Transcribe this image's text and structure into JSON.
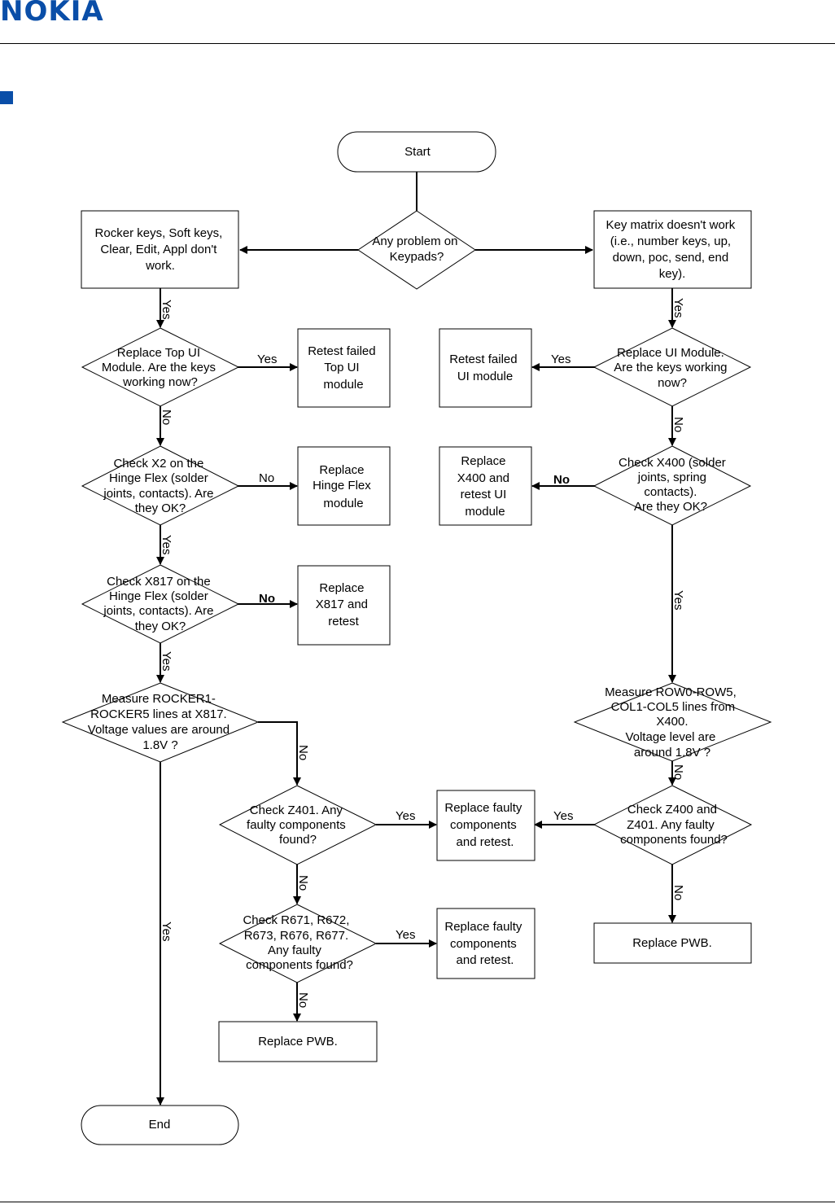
{
  "header": {
    "logo_text": "NOKIA",
    "brand_color": "#0a4ea8"
  },
  "flowchart": {
    "start": "Start",
    "end": "End",
    "q_any_problem": [
      "Any problem on",
      "Keypads?"
    ],
    "left_rocker_box": [
      "Rocker keys, Soft keys,",
      "Clear, Edit, Appl don't",
      "work."
    ],
    "right_keymatrix_box": [
      "Key matrix doesn't work",
      "(i.e., number keys, up,",
      "down, poc, send, end",
      "key)."
    ],
    "q_replace_top_ui": [
      "Replace Top UI",
      "Module. Are the keys",
      "working now?"
    ],
    "box_retest_top_ui": [
      "Retest failed",
      "Top UI",
      "module"
    ],
    "q_replace_ui": [
      "Replace UI Module.",
      "Are the keys working",
      "now?"
    ],
    "box_retest_ui": [
      "Retest failed",
      "UI module"
    ],
    "q_check_x2": [
      "Check X2 on the",
      "Hinge Flex (solder",
      "joints, contacts). Are",
      "they OK?"
    ],
    "box_replace_hinge": [
      "Replace",
      "Hinge Flex",
      "module"
    ],
    "q_check_x400": [
      "Check X400 (solder",
      "joints, spring",
      "contacts).",
      "Are they OK?"
    ],
    "box_replace_x400": [
      "Replace",
      "X400 and",
      "retest UI",
      "module"
    ],
    "q_check_x817": [
      "Check X817 on the",
      "Hinge Flex (solder",
      "joints, contacts). Are",
      "they OK?"
    ],
    "box_replace_x817": [
      "Replace",
      "X817 and",
      "retest"
    ],
    "q_measure_rocker": [
      "Measure ROCKER1-",
      "ROCKER5 lines at X817.",
      "Voltage values are around",
      "1.8V ?"
    ],
    "q_measure_row": [
      "Measure ROW0-ROW5,",
      "COL1-COL5 lines from",
      "X400.",
      "Voltage level are",
      "around 1.8V ?"
    ],
    "q_check_z401": [
      "Check Z401. Any",
      "faulty components",
      "found?"
    ],
    "box_replace_faulty_1": [
      "Replace faulty",
      "components",
      "and retest."
    ],
    "q_check_z400_z401": [
      "Check Z400 and",
      "Z401. Any faulty",
      "components found?"
    ],
    "box_replace_pwb_right": "Replace PWB.",
    "q_check_r671": [
      "Check R671, R672,",
      "R673, R676, R677.",
      "Any faulty",
      "components found?"
    ],
    "box_replace_faulty_2": [
      "Replace faulty",
      "components",
      "and retest."
    ],
    "box_replace_pwb_left": "Replace PWB.",
    "yes": "Yes",
    "no": "No"
  }
}
